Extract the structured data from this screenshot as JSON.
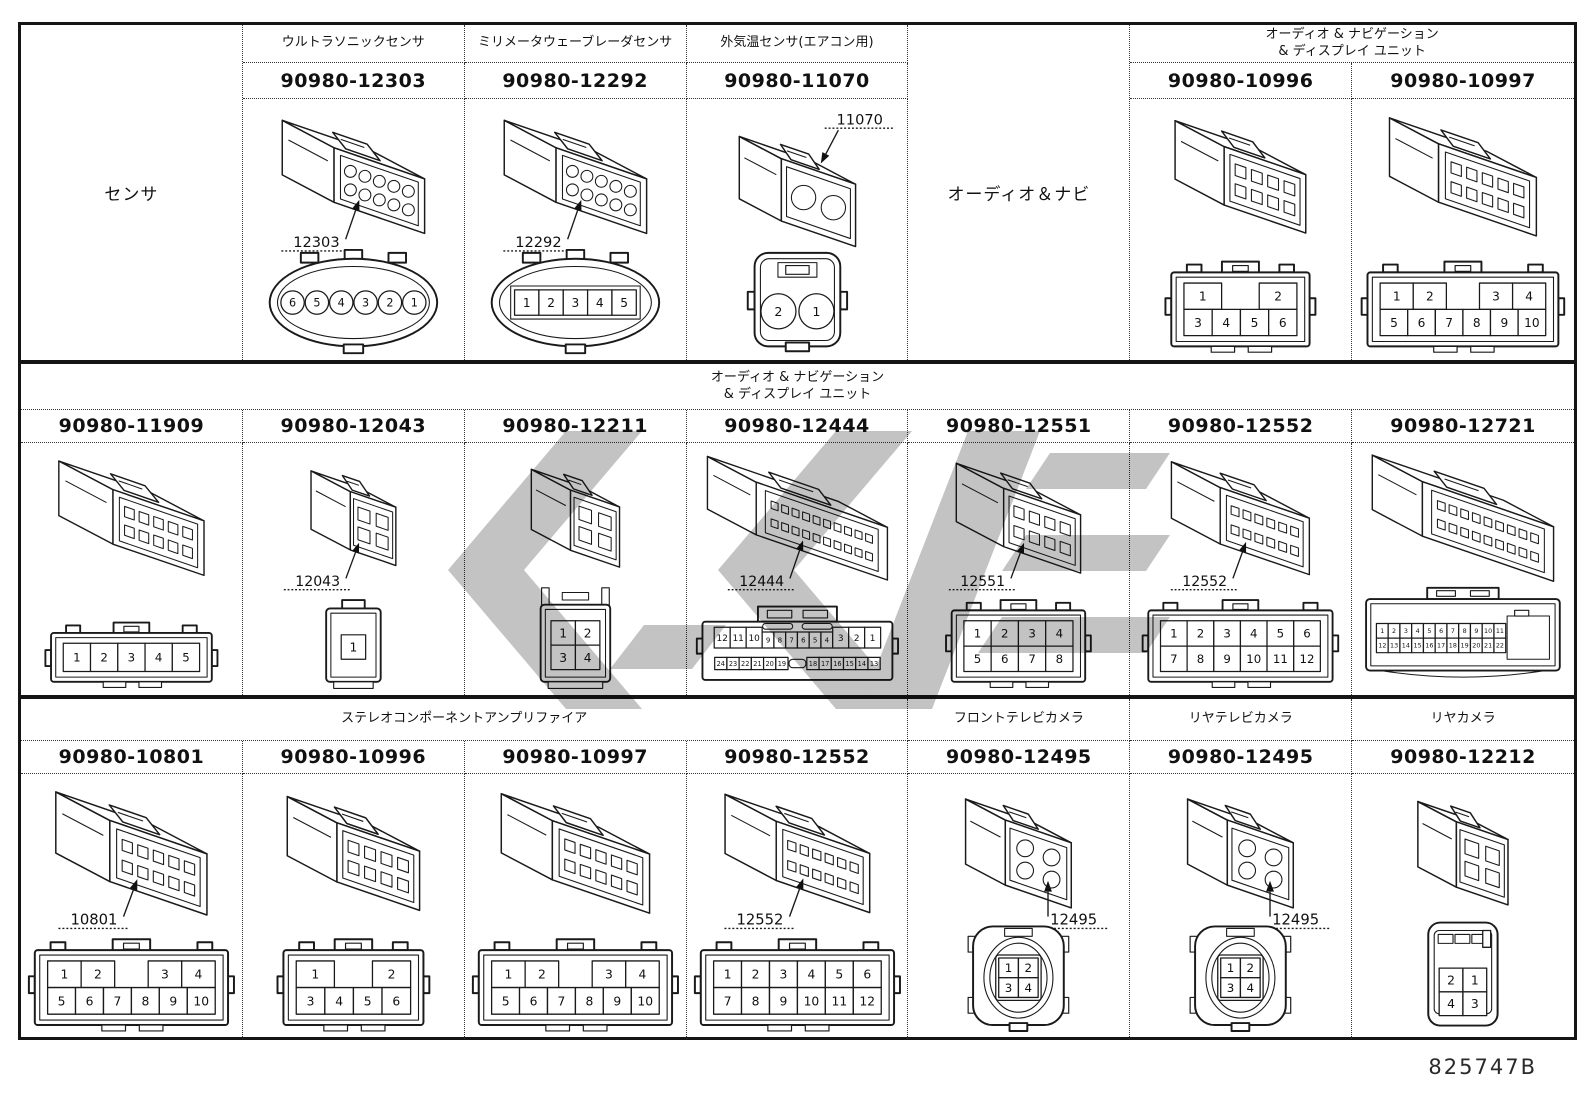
{
  "page": {
    "footer_code": "825747B",
    "line_color": "#1a1a1a",
    "watermark_color": "#b4b4b4"
  },
  "bands": [
    {
      "side_cells": [
        {
          "col": 1,
          "label": "センサ"
        },
        {
          "col": 5,
          "label": "オーディオ＆ナビ"
        }
      ],
      "span_headers": [
        {
          "col_start": 6,
          "col_span": 2,
          "label": "オーディオ & ナビゲーション\n& ディスプレイ ユニット"
        }
      ],
      "cells": [
        {
          "col": 2,
          "title": "ウルトラソニックセンサ",
          "part": "90980-12303",
          "callout": "12303",
          "callout_pos": "bl",
          "iso": {
            "fw": 100,
            "fh": 56,
            "fd": 74,
            "pin_cols": 5,
            "pin_rows": 2,
            "pin_shape": "circle"
          },
          "front": {
            "shape": "oval",
            "pin_shape": "circle",
            "rows": [
              [
                "6",
                "5",
                "4",
                "3",
                "2",
                "1"
              ]
            ]
          }
        },
        {
          "col": 3,
          "title": "ミリメータウェーブレーダセンサ",
          "part": "90980-12292",
          "callout": "12292",
          "callout_pos": "bl",
          "iso": {
            "fw": 100,
            "fh": 56,
            "fd": 74,
            "pin_cols": 5,
            "pin_rows": 2,
            "pin_shape": "circle"
          },
          "front": {
            "shape": "oval",
            "pin_shape": "square",
            "rows": [
              [
                "1",
                "2",
                "3",
                "4",
                "5"
              ]
            ]
          }
        },
        {
          "col": 4,
          "title": "外気温センサ(エアコン用)",
          "part": "90980-11070",
          "callout": "11070",
          "callout_pos": "tr",
          "iso": {
            "fw": 82,
            "fh": 64,
            "fd": 60,
            "pin_cols": 2,
            "pin_rows": 1,
            "pin_shape": "circle"
          },
          "front": {
            "shape": "roundsq",
            "pin_shape": "circle",
            "rows": [
              [
                "2",
                "1"
              ]
            ]
          }
        },
        {
          "col": 6,
          "part": "90980-10996",
          "iso": {
            "fw": 90,
            "fh": 60,
            "fd": 70,
            "pin_cols": 4,
            "pin_rows": 2,
            "pin_shape": "square"
          },
          "front": {
            "shape": "rect",
            "rows": [
              [
                "1",
                "",
                "2"
              ],
              [
                "3",
                "4",
                "5",
                "6"
              ]
            ]
          }
        },
        {
          "col": 7,
          "part": "90980-10997",
          "iso": {
            "fw": 108,
            "fh": 60,
            "fd": 70,
            "pin_cols": 5,
            "pin_rows": 2,
            "pin_shape": "square"
          },
          "front": {
            "shape": "rect",
            "rows": [
              [
                "1",
                "2",
                "",
                "3",
                "4"
              ],
              [
                "5",
                "6",
                "7",
                "8",
                "9",
                "10"
              ]
            ]
          }
        }
      ]
    },
    {
      "side_cells": [],
      "span_headers": [
        {
          "col_start": 1,
          "col_span": 7,
          "label": "オーディオ & ナビゲーション\n& ディスプレイ ユニット"
        }
      ],
      "cells": [
        {
          "col": 1,
          "part": "90980-11909",
          "iso": {
            "fw": 104,
            "fh": 58,
            "fd": 80,
            "pin_cols": 5,
            "pin_rows": 2,
            "pin_shape": "square"
          },
          "front": {
            "shape": "rect",
            "rows": [
              [
                "1",
                "2",
                "3",
                "4",
                "5"
              ]
            ]
          }
        },
        {
          "col": 2,
          "part": "90980-12043",
          "callout": "12043",
          "callout_pos": "bl",
          "iso": {
            "fw": 52,
            "fh": 62,
            "fd": 58,
            "pin_cols": 2,
            "pin_rows": 2,
            "pin_shape": "square"
          },
          "front": {
            "shape": "tall",
            "rows": [
              [
                "1"
              ]
            ]
          }
        },
        {
          "col": 3,
          "part": "90980-12211",
          "iso": {
            "fw": 56,
            "fh": 64,
            "fd": 58,
            "pin_cols": 2,
            "pin_rows": 2,
            "pin_shape": "square"
          },
          "front": {
            "shape": "tall",
            "rows": [
              [
                "1",
                "2"
              ],
              [
                "3",
                "4"
              ]
            ]
          }
        },
        {
          "col": 4,
          "part": "90980-12444",
          "callout": "12444",
          "callout_pos": "bl",
          "iso": {
            "fw": 150,
            "fh": 56,
            "fd": 72,
            "pin_cols": 10,
            "pin_rows": 2,
            "pin_shape": "square"
          },
          "front": {
            "shape": "wide24",
            "rows": [
              [
                "12",
                "11",
                "10",
                "9",
                "8",
                "7",
                "6",
                "5",
                "4",
                "3",
                "2",
                "1"
              ],
              [
                "24",
                "23",
                "22",
                "21",
                "20",
                "19",
                "18",
                "17",
                "16",
                "15",
                "14",
                "13"
              ]
            ]
          }
        },
        {
          "col": 5,
          "part": "90980-12551",
          "callout": "12551",
          "callout_pos": "bl",
          "iso": {
            "fw": 88,
            "fh": 62,
            "fd": 70,
            "pin_cols": 4,
            "pin_rows": 2,
            "pin_shape": "square"
          },
          "front": {
            "shape": "rect",
            "rows": [
              [
                "1",
                "2",
                "3",
                "4"
              ],
              [
                "5",
                "6",
                "7",
                "8"
              ]
            ]
          }
        },
        {
          "col": 6,
          "part": "90980-12552",
          "callout": "12552",
          "callout_pos": "bl",
          "iso": {
            "fw": 102,
            "fh": 60,
            "fd": 72,
            "pin_cols": 6,
            "pin_rows": 2,
            "pin_shape": "square"
          },
          "front": {
            "shape": "rect",
            "rows": [
              [
                "1",
                "2",
                "3",
                "4",
                "5",
                "6"
              ],
              [
                "7",
                "8",
                "9",
                "10",
                "11",
                "12"
              ]
            ]
          }
        },
        {
          "col": 7,
          "part": "90980-12721",
          "iso": {
            "fw": 150,
            "fh": 58,
            "fd": 74,
            "pin_cols": 9,
            "pin_rows": 2,
            "pin_shape": "square"
          },
          "front": {
            "shape": "wide22",
            "rows": [
              [
                "1",
                "2",
                "3",
                "4",
                "5",
                "6",
                "7",
                "8",
                "9",
                "10",
                "11"
              ],
              [
                "12",
                "13",
                "14",
                "15",
                "16",
                "17",
                "18",
                "19",
                "20",
                "21",
                "22"
              ]
            ]
          }
        }
      ]
    },
    {
      "side_cells": [],
      "span_headers": [
        {
          "col_start": 1,
          "col_span": 4,
          "label": "ステレオコンポーネントアンプリファイア"
        },
        {
          "col_start": 5,
          "col_span": 1,
          "label": "フロントテレビカメラ"
        },
        {
          "col_start": 6,
          "col_span": 1,
          "label": "リヤテレビカメラ"
        },
        {
          "col_start": 7,
          "col_span": 1,
          "label": "リヤカメラ"
        }
      ],
      "cells": [
        {
          "col": 1,
          "part": "90980-10801",
          "callout": "10801",
          "callout_pos": "bl",
          "iso": {
            "fw": 106,
            "fh": 62,
            "fd": 76,
            "pin_cols": 5,
            "pin_rows": 2,
            "pin_shape": "square"
          },
          "front": {
            "shape": "rect",
            "rows": [
              [
                "1",
                "2",
                "",
                "3",
                "4"
              ],
              [
                "5",
                "6",
                "7",
                "8",
                "9",
                "10"
              ]
            ]
          }
        },
        {
          "col": 2,
          "part": "90980-10996",
          "iso": {
            "fw": 90,
            "fh": 60,
            "fd": 70,
            "pin_cols": 4,
            "pin_rows": 2,
            "pin_shape": "square"
          },
          "front": {
            "shape": "rect",
            "rows": [
              [
                "1",
                "",
                "2"
              ],
              [
                "3",
                "4",
                "5",
                "6"
              ]
            ]
          }
        },
        {
          "col": 3,
          "part": "90980-10997",
          "iso": {
            "fw": 106,
            "fh": 60,
            "fd": 72,
            "pin_cols": 5,
            "pin_rows": 2,
            "pin_shape": "square"
          },
          "front": {
            "shape": "rect",
            "rows": [
              [
                "1",
                "2",
                "",
                "3",
                "4"
              ],
              [
                "5",
                "6",
                "7",
                "8",
                "9",
                "10"
              ]
            ]
          }
        },
        {
          "col": 4,
          "part": "90980-12552",
          "callout": "12552",
          "callout_pos": "bl",
          "iso": {
            "fw": 102,
            "fh": 60,
            "fd": 72,
            "pin_cols": 6,
            "pin_rows": 2,
            "pin_shape": "square"
          },
          "front": {
            "shape": "rect",
            "rows": [
              [
                "1",
                "2",
                "3",
                "4",
                "5",
                "6"
              ],
              [
                "7",
                "8",
                "9",
                "10",
                "11",
                "12"
              ]
            ]
          }
        },
        {
          "col": 5,
          "part": "90980-12495",
          "callout": "12495",
          "callout_pos": "br",
          "iso": {
            "fw": 72,
            "fh": 66,
            "fd": 56,
            "pin_cols": 2,
            "pin_rows": 2,
            "pin_shape": "circle"
          },
          "front": {
            "shape": "cam",
            "rows": [
              [
                "1",
                "2"
              ],
              [
                "3",
                "4"
              ]
            ]
          }
        },
        {
          "col": 6,
          "part": "90980-12495",
          "callout": "12495",
          "callout_pos": "br",
          "iso": {
            "fw": 72,
            "fh": 66,
            "fd": 56,
            "pin_cols": 2,
            "pin_rows": 2,
            "pin_shape": "circle"
          },
          "front": {
            "shape": "cam",
            "rows": [
              [
                "1",
                "2"
              ],
              [
                "3",
                "4"
              ]
            ]
          }
        },
        {
          "col": 7,
          "part": "90980-12212",
          "iso": {
            "fw": 56,
            "fh": 66,
            "fd": 54,
            "pin_cols": 2,
            "pin_rows": 2,
            "pin_shape": "square"
          },
          "front": {
            "shape": "tallcam",
            "rows": [
              [
                "2",
                "1"
              ],
              [
                "4",
                "3"
              ]
            ]
          }
        }
      ]
    }
  ]
}
